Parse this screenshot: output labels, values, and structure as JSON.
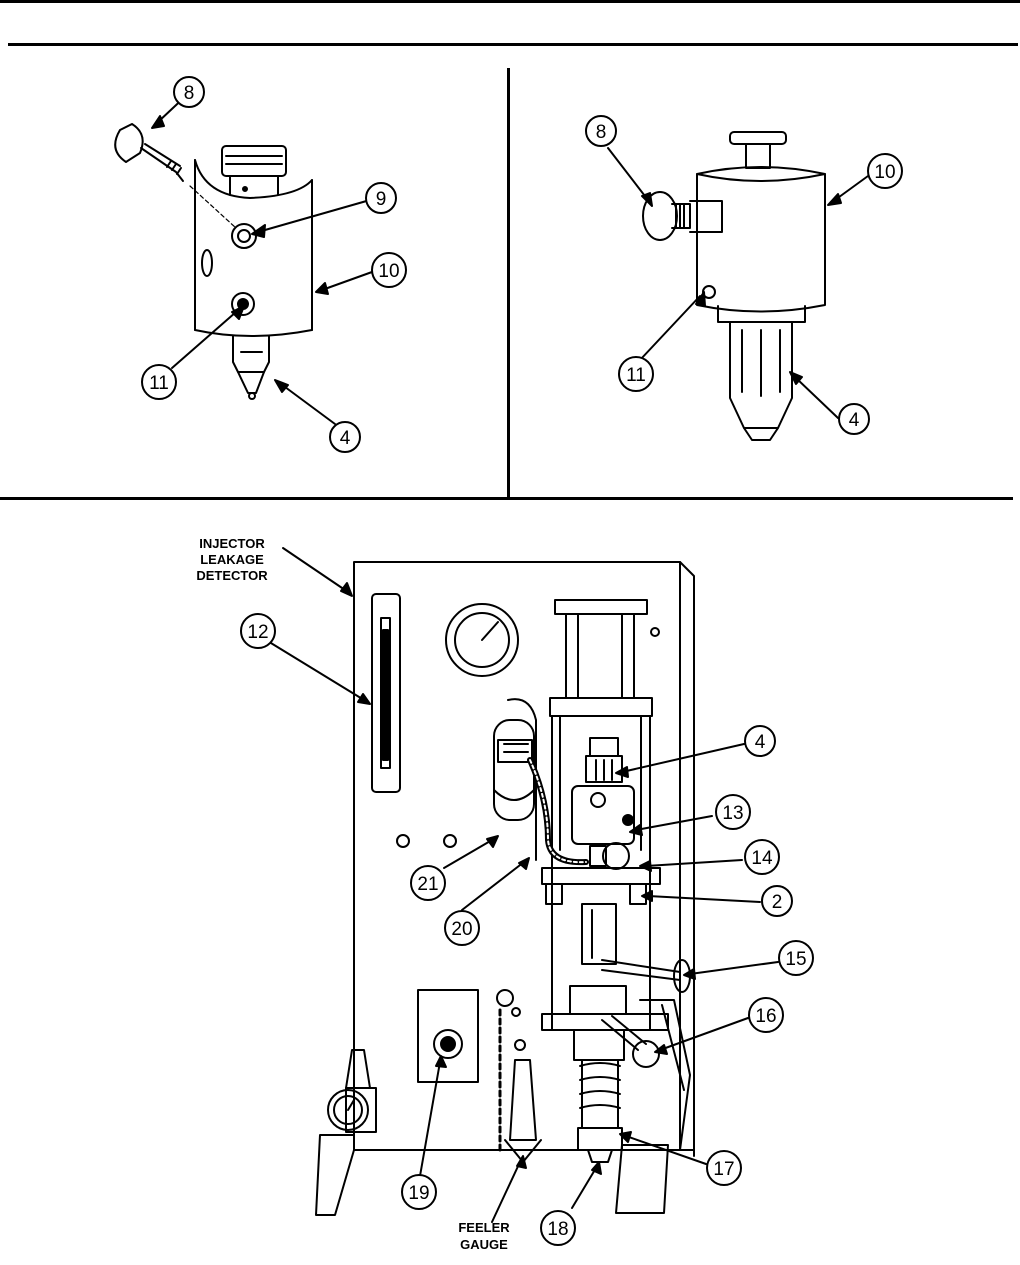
{
  "callouts": {
    "top_left": {
      "c8": "8",
      "c9": "9",
      "c10": "10",
      "c11": "11",
      "c4": "4"
    },
    "top_right": {
      "c8": "8",
      "c10": "10",
      "c11": "11",
      "c4": "4"
    },
    "bottom": {
      "c12": "12",
      "c4": "4",
      "c13": "13",
      "c14": "14",
      "c2": "2",
      "c15": "15",
      "c16": "16",
      "c17": "17",
      "c18": "18",
      "c19": "19",
      "c20": "20",
      "c21": "21"
    }
  },
  "labels": {
    "detector": [
      "INJECTOR",
      "LEAKAGE",
      "DETECTOR"
    ],
    "feeler": [
      "FEELER",
      "GAUGE"
    ]
  }
}
